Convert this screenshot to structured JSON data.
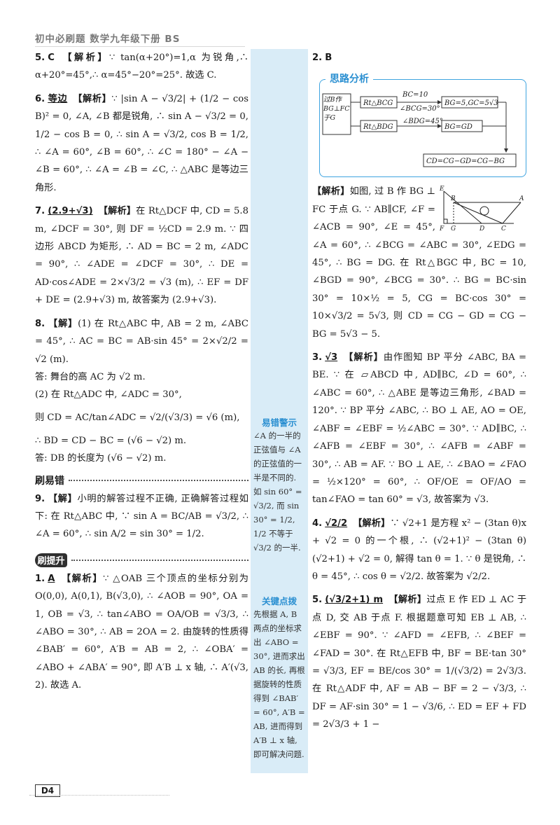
{
  "header": "初中必刷题   数学九年级下册   BS",
  "page_number": "D4",
  "left": {
    "q5": {
      "num": "5.",
      "ans": "C",
      "jx": "【解析】",
      "text": "∵ tan(α+20°)=1,α 为锐角,∴ α+20°=45°,∴ α=45°−20°=25°. 故选 C."
    },
    "q6": {
      "num": "6.",
      "ans": "等边",
      "jx": "【解析】",
      "text": "∵ |sin A − √3/2| + (1/2 − cos B)² = 0, ∠A, ∠B 都是锐角, ∴ sin A − √3/2 = 0, 1/2 − cos B = 0, ∴ sin A = √3/2, cos B = 1/2, ∴ ∠A = 60°, ∠B = 60°, ∴ ∠C = 180° − ∠A − ∠B = 60°, ∴ ∠A = ∠B = ∠C, ∴ △ABC 是等边三角形."
    },
    "q7": {
      "num": "7.",
      "ans": "(2.9+√3)",
      "jx": "【解析】",
      "text": "在 Rt△DCF 中, CD = 5.8 m, ∠DCF = 30°, 则 DF = ½CD = 2.9 m. ∵ 四边形 ABCD 为矩形, ∴ AD = BC = 2 m, ∠ADC = 90°, ∴ ∠ADE = ∠DCF = 30°, ∴ DE = AD·cos∠ADE = 2×√3/2 = √3 (m), ∴ EF = DF + DE = (2.9+√3) m, 故答案为 (2.9+√3)."
    },
    "q8": {
      "num": "8.",
      "jx": "【解】",
      "text": "(1) 在 Rt△ABC 中, AB = 2 m, ∠ABC = 45°, ∴ AC = BC = AB·sin 45° = 2×√2/2 = √2 (m).",
      "ans1": "答: 舞台的高 AC 为 √2 m.",
      "text2": "(2) 在 Rt△ADC 中, ∠ADC = 30°,",
      "text3": "则 CD = AC/tan∠ADC = √2/(√3/3) = √6 (m),",
      "text4": "∴ BD = CD − BC = (√6 − √2) m.",
      "ans2": "答: DB 的长度为 (√6 − √2) m."
    },
    "sec1": "刷易错",
    "q9": {
      "num": "9.",
      "jx": "【解】",
      "text": "小明的解答过程不正确, 正确解答过程如下: 在 Rt△ABC 中, ∵ sin A = BC/AB = √3/2, ∴ ∠A = 60°, ∴ sin A/2 = sin 30° = 1/2."
    },
    "sec2": "刷提升",
    "p1": {
      "num": "1.",
      "ans": "A",
      "jx": "【解析】",
      "text": "∵ △OAB 三个顶点的坐标分别为 O(0,0), A(0,1), B(√3,0), ∴ ∠AOB = 90°, OA = 1, OB = √3, ∴ tan∠ABO = OA/OB = √3/3, ∴ ∠ABO = 30°, ∴ AB = 2OA = 2. 由旋转的性质得 ∠BAB′ = 60°, A′B = AB = 2, ∴ ∠OBA′ = ∠ABO + ∠ABA′ = 90°, 即 A′B ⊥ x 轴, ∴ A′(√3, 2). 故选 A."
    }
  },
  "side": {
    "tip1_title": "易错警示",
    "tip1_text": "∠A 的一半的正弦值与 ∠A 的正弦值的一半是不同的. 如 sin 60° = √3/2, 而 sin 30° = 1/2, 1/2 不等于 √3/2 的一半.",
    "tip2_title": "关键点拨",
    "tip2_text": "先根据 A, B 两点的坐标求出 ∠ABO = 30°, 进而求出 AB 的长, 再根据旋转的性质得到 ∠BAB′ = 60°, A′B = AB, 进而得到 A′B ⊥ x 轴, 即可解决问题."
  },
  "right": {
    "p2": {
      "num": "2.",
      "ans": "B"
    },
    "siwei_title": "思路分析",
    "flow": {
      "start": "过B作BG⊥FC于G",
      "rt1": "Rt△BCG",
      "cond1a": "BC=10",
      "cond1b": "∠BCG=30°",
      "res1": "BG=5,GC=5√3",
      "rt2": "Rt△BDG",
      "cond2": "∠BDG=45°",
      "res2": "BG=GD",
      "final": "CD=CG−GD=CG−BG"
    },
    "p2_jx": "【解析】",
    "p2_text": "如图, 过 B 作 BG ⊥ FC 于点 G. ∵ AB∥CF, ∠F = ∠ACB = 90°, ∠E = 45°, ∠A = 60°, ∴ ∠BCG = ∠ABC = 30°, ∠EDG = 45°, ∴ BG = DG. 在 Rt△BGC 中, BC = 10, ∠BGD = 90°, ∠BCG = 30°. ∴ BG = BC·sin 30° = 10×½ = 5, CG = BC·cos 30° = 10×√3/2 = 5√3, 则 CD = CG − GD = CG − BG = 5√3 − 5.",
    "fig_labels": {
      "E": "E",
      "B": "B",
      "A": "A",
      "F": "F",
      "G": "G",
      "D": "D",
      "C": "C"
    },
    "p3": {
      "num": "3.",
      "ans": "√3",
      "jx": "【解析】",
      "text": "由作图知 BP 平分 ∠ABC, BA = BE. ∵ 在 ▱ABCD 中, AD∥BC, ∠D = 60°, ∴ ∠ABC = 60°, ∴ △ABE 是等边三角形, ∠BAD = 120°. ∵ BP 平分 ∠ABC, ∴ BO ⊥ AE, AO = OE, ∠ABF = ∠EBF = ½∠ABC = 30°. ∵ AD∥BC, ∴ ∠AFB = ∠EBF = 30°, ∴ ∠AFB = ∠ABF = 30°, ∴ AB = AF. ∵ BO ⊥ AE, ∴ ∠BAO = ∠FAO = ½×120° = 60°, ∴ OF/OE = OF/AO = tan∠FAO = tan 60° = √3, 故答案为 √3."
    },
    "p4": {
      "num": "4.",
      "ans": "√2/2",
      "jx": "【解析】",
      "text": "∵ √2+1 是方程 x² − (3tan θ)x + √2 = 0 的一个根, ∴ (√2+1)² − (3tan θ)(√2+1) + √2 = 0, 解得 tan θ = 1. ∵ θ 是锐角, ∴ θ = 45°, ∴ cos θ = √2/2. 故答案为 √2/2."
    },
    "p5": {
      "num": "5.",
      "ans": "(√3/2+1) m",
      "jx": "【解析】",
      "text": "过点 E 作 ED ⊥ AC 于点 D, 交 AB 于点 F. 根据题意可知 EB ⊥ AB, ∴ ∠EBF = 90°. ∵ ∠AFD = ∠EFB, ∴ ∠BEF = ∠FAD = 30°. 在 Rt△EFB 中, BF = BE·tan 30° = √3/3, EF = BE/cos 30° = 1/(√3/2) = 2√3/3. 在 Rt△ADF 中, AF = AB − BF = 2 − √3/3, ∴ DF = AF·sin 30° = 1 − √3/6, ∴ ED = EF + FD = 2√3/3 + 1 −"
    }
  }
}
